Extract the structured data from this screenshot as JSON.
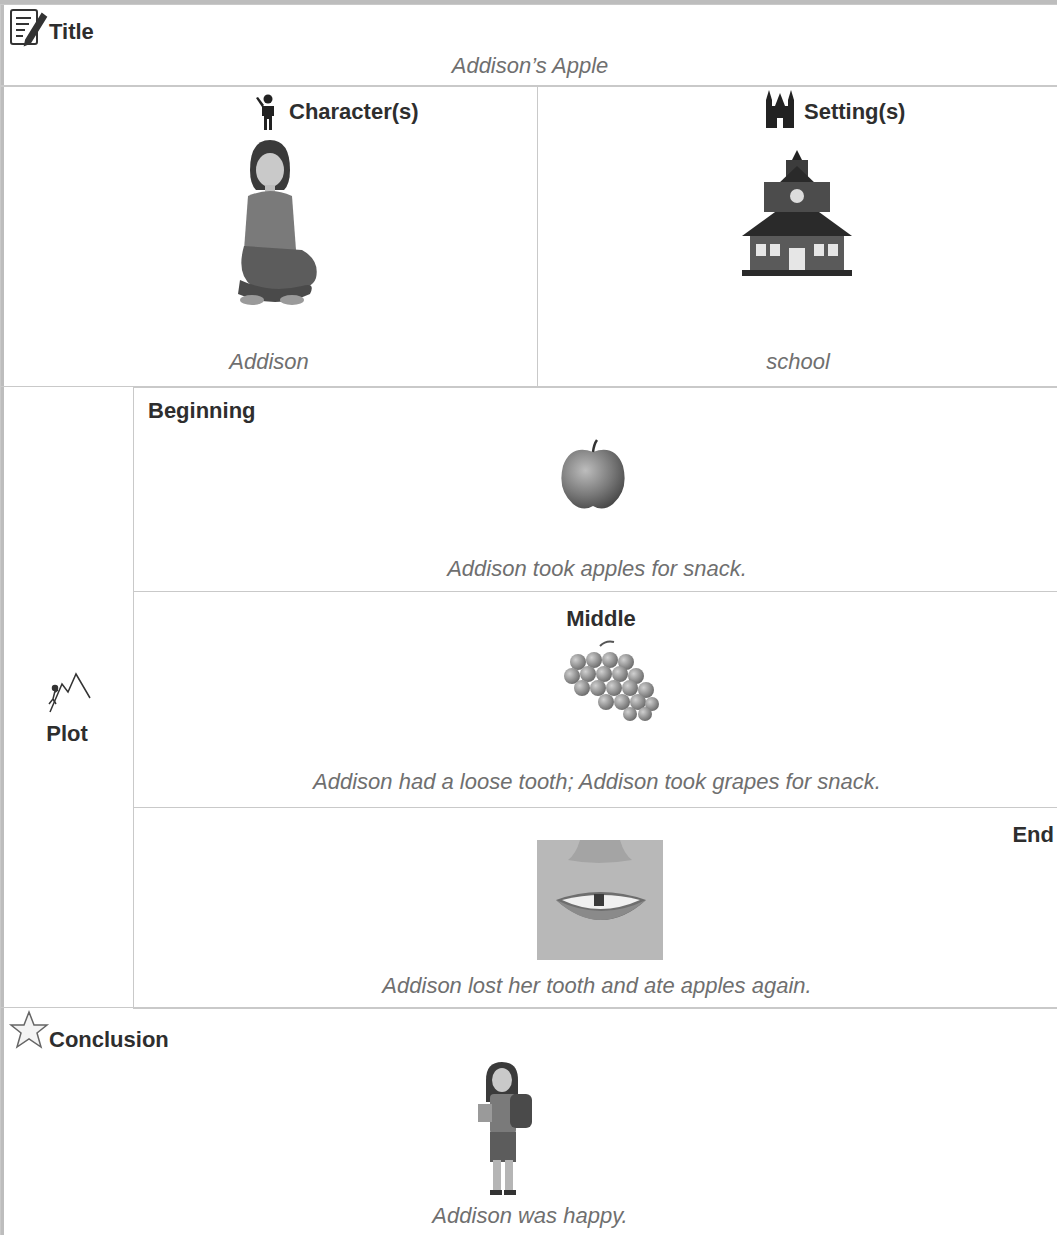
{
  "diagram": {
    "nodes": [
      {
        "text": [
          "Title",
          "Addison’s Apple"
        ]
      },
      {
        "text": [
          "Character(s)",
          "Addison"
        ]
      },
      {
        "text": [
          "Setting(s)",
          "school"
        ]
      },
      {
        "text": [
          "Plot"
        ]
      },
      {
        "text": [
          "Beginning",
          "Addison took apples for snack."
        ],
        "in": 3
      },
      {
        "text": [
          "Middle",
          "Addison had a loose tooth; Addison took grapes for snack."
        ],
        "in": 3
      },
      {
        "text": [
          "End",
          "Addison lost her tooth and ate apples again."
        ],
        "in": 3
      },
      {
        "text": [
          "Conclusion",
          "Addison was happy."
        ]
      }
    ]
  }
}
